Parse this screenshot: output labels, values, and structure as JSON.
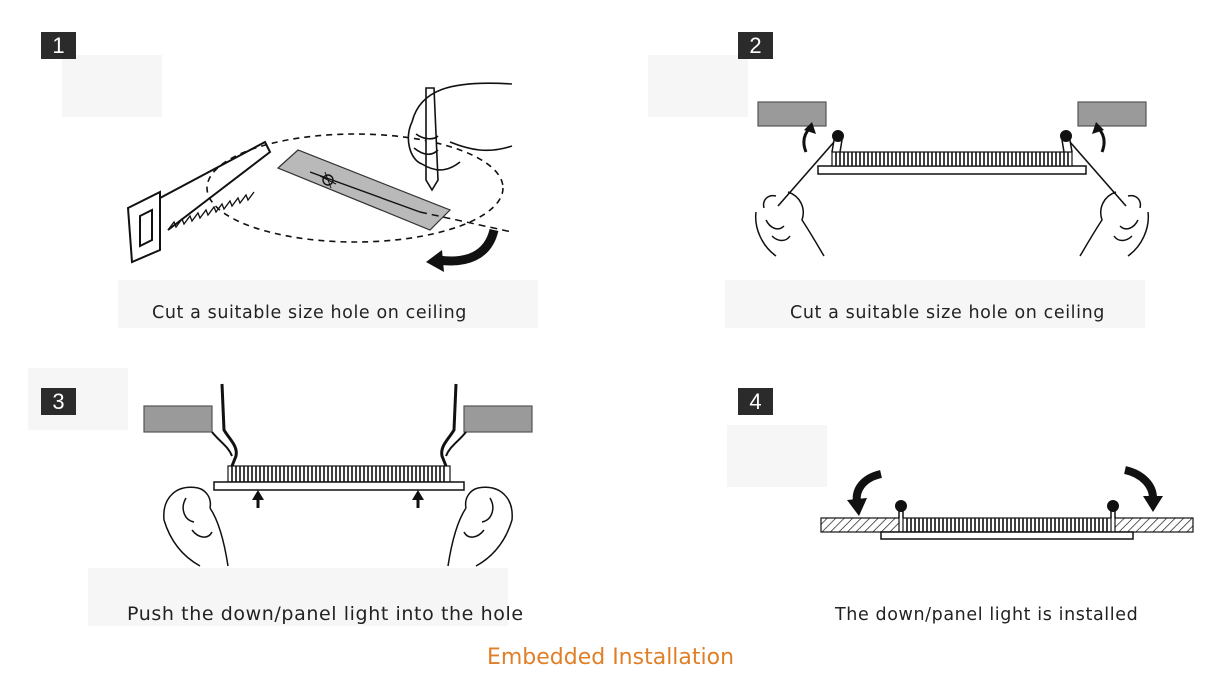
{
  "steps": [
    {
      "number": "1",
      "caption": "Cut a suitable size hole on ceiling"
    },
    {
      "number": "2",
      "caption": "Cut a suitable size hole on ceiling"
    },
    {
      "number": "3",
      "caption": "Push the down/panel light into the hole"
    },
    {
      "number": "4",
      "caption": "The down/panel light is installed"
    }
  ],
  "footer": {
    "title": "Embedded Installation"
  },
  "colors": {
    "badge": "#2b2b2b",
    "footer_text": "#e07f27",
    "ceiling_block": "#9a9a9a",
    "line_art": "#111111"
  }
}
